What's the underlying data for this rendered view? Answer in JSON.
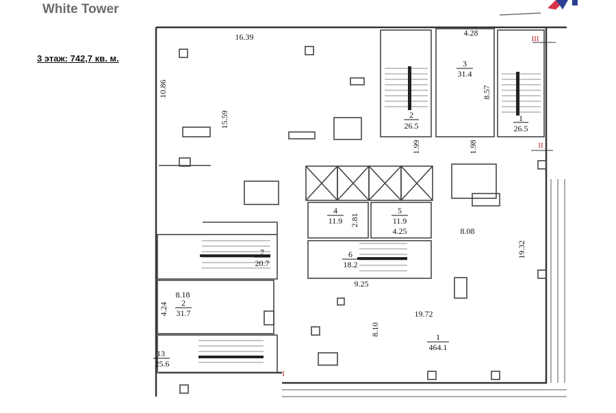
{
  "header": {
    "brand": "White Tower",
    "floor_title": "3 этаж: 742,7 кв. м."
  },
  "rooms": [
    {
      "num": "2",
      "area": "26.5"
    },
    {
      "num": "3",
      "area": "31.4"
    },
    {
      "num": "1",
      "area": "26.5"
    },
    {
      "num": "4",
      "area": "11.9"
    },
    {
      "num": "5",
      "area": "11.9"
    },
    {
      "num": "7",
      "area": "20.7"
    },
    {
      "num": "6",
      "area": "18.2"
    },
    {
      "num": "2",
      "area": "31.7"
    },
    {
      "num": "1",
      "area": "464.1"
    },
    {
      "num": "13",
      "area": "25.6"
    }
  ],
  "dimensions": [
    "16.39",
    "10.86",
    "15.59",
    "1.99",
    "4.28",
    "8.57",
    "1.98",
    "2.81",
    "4.25",
    "8.08",
    "19.32",
    "9.25",
    "8.18",
    "4.24",
    "19.72",
    "8.10"
  ],
  "section_marks": [
    "III",
    "II",
    "I"
  ],
  "colors": {
    "wall": "#333333",
    "mark": "#b22222",
    "logo_blue": "#2a3f8f",
    "logo_red": "#d9344a"
  }
}
